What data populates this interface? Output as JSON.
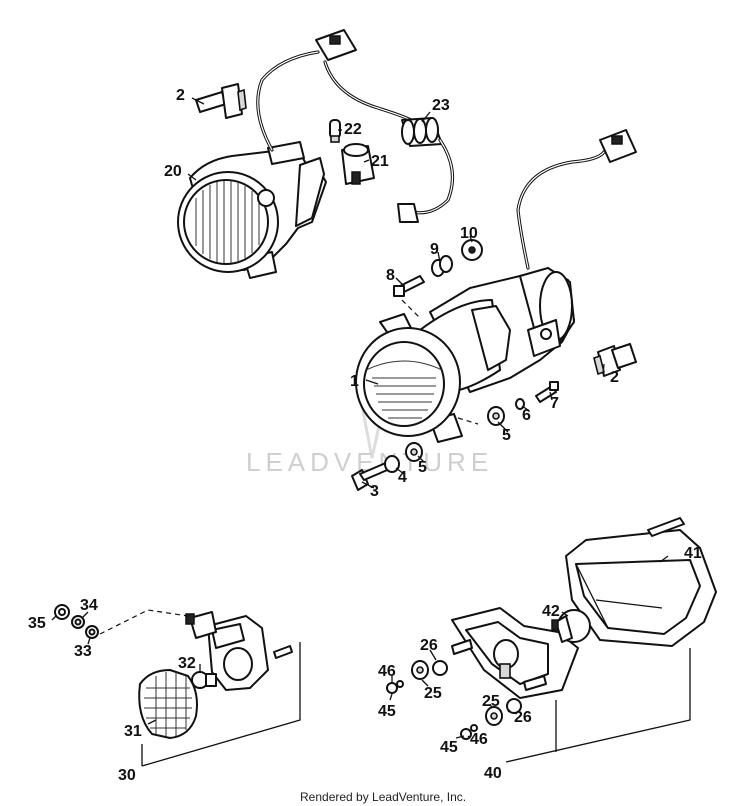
{
  "labels": {
    "p1": "1",
    "p2a": "2",
    "p2b": "2",
    "p3": "3",
    "p4": "4",
    "p5a": "5",
    "p5b": "5",
    "p6": "6",
    "p7": "7",
    "p8": "8",
    "p9": "9",
    "p10": "10",
    "p20": "20",
    "p21": "21",
    "p22": "22",
    "p23": "23",
    "p25a": "25",
    "p25b": "25",
    "p26a": "26",
    "p26b": "26",
    "p30": "30",
    "p31": "31",
    "p32": "32",
    "p33": "33",
    "p34": "34",
    "p35": "35",
    "p40": "40",
    "p41": "41",
    "p42": "42",
    "p45a": "45",
    "p45b": "45",
    "p46a": "46",
    "p46b": "46"
  },
  "watermark": "LEADVENTURE",
  "caption": "Rendered by LeadVenture, Inc."
}
